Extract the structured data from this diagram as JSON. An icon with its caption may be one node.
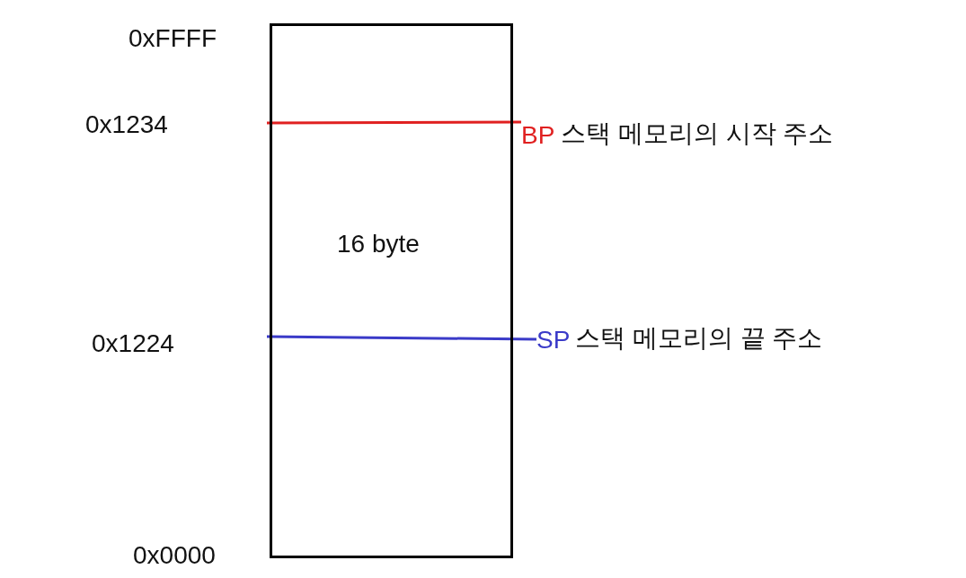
{
  "diagram": {
    "nodes": [
      {
        "text": [
          "16 byte"
        ]
      },
      {
        "text": [
          "BP"
        ]
      },
      {
        "text": [
          "SP"
        ]
      }
    ],
    "edges": [
      {
        "from": 1,
        "to": 0,
        "arrow": "none",
        "color": "#e02020"
      },
      {
        "from": 2,
        "to": 0,
        "arrow": "none",
        "color": "#3a3ac8"
      }
    ],
    "labels": [
      "0xFFFF",
      "0x1234",
      "스택 메모리의 시작 주소",
      "0x1224",
      "스택 메모리의 끝 주소",
      "0x0000"
    ]
  }
}
